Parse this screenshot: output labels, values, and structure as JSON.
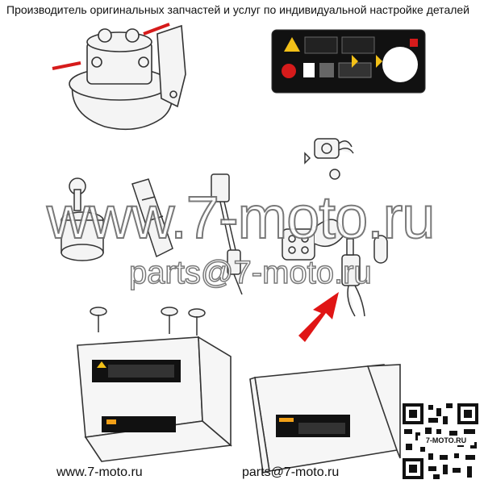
{
  "header": {
    "title": "Производитель оригинальных запчастей и услуг по индивидуальной настройке деталей"
  },
  "watermark": {
    "site": "www.7-moto.ru",
    "email": "parts@7-moto.ru"
  },
  "footer": {
    "site": "www.7-moto.ru",
    "email": "parts@7-moto.ru"
  },
  "qr": {
    "label": "7-MOTO.RU"
  },
  "colors": {
    "line": "#333333",
    "arrow": "#e01515",
    "red_rod": "#d61b1b",
    "decal": "#111111",
    "warning": "#f2c018"
  },
  "icons": {
    "pointer": "red-arrow-icon",
    "qr": "qr-code-icon"
  }
}
